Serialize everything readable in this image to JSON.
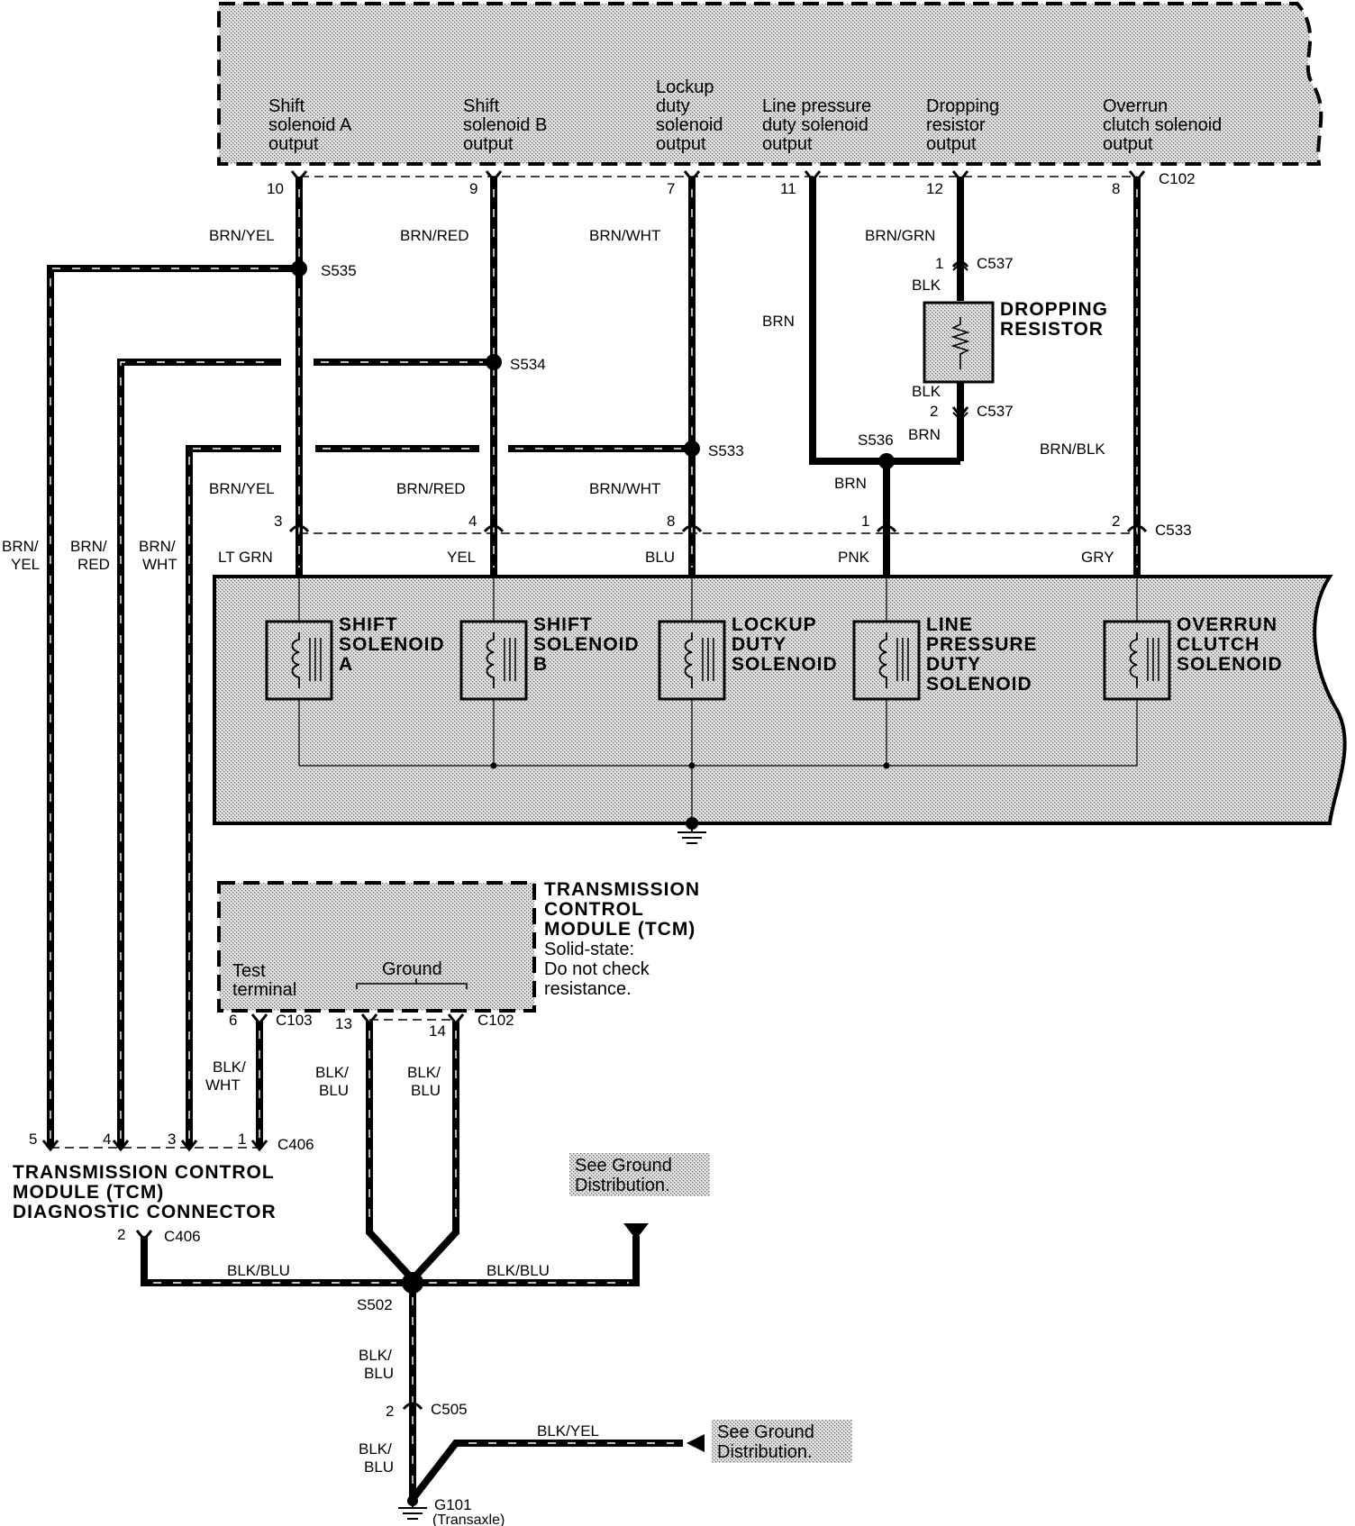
{
  "pcm_outputs": [
    {
      "lines": [
        "Shift",
        "solenoid A",
        "output"
      ],
      "pin": "10"
    },
    {
      "lines": [
        "Shift",
        "solenoid B",
        "output"
      ],
      "pin": "9"
    },
    {
      "lines": [
        "Lockup",
        "duty",
        "solenoid",
        "output"
      ],
      "pin": "7"
    },
    {
      "lines": [
        "Line pressure",
        "duty solenoid",
        "output"
      ],
      "pin": "11"
    },
    {
      "lines": [
        "Dropping",
        "resistor",
        "output"
      ],
      "pin": "12"
    },
    {
      "lines": [
        "Overrun",
        "clutch solenoid",
        "output"
      ],
      "pin": "8"
    }
  ],
  "connectors": {
    "c102_top": "C102",
    "c537_a": "C537",
    "c537_b": "C537",
    "c533": "C533",
    "c103": "C103",
    "c102_bottom": "C102",
    "c406_top": "C406",
    "c406_bottom": "C406",
    "c505": "C505"
  },
  "pins": {
    "c537_a": "1",
    "c537_b": "2",
    "c533": [
      "3",
      "4",
      "8",
      "1",
      "2"
    ],
    "c103": "6",
    "c102_gnd_a": "13",
    "c102_gnd_b": "14",
    "c406_top": [
      "5",
      "4",
      "3",
      "1"
    ],
    "c406_bottom": "2",
    "c505": "2"
  },
  "splices": {
    "s535": "S535",
    "s534": "S534",
    "s533": "S533",
    "s536": "S536",
    "s502": "S502"
  },
  "wire_colors": {
    "brn_yel": "BRN/YEL",
    "brn_red": "BRN/RED",
    "brn_wht": "BRN/WHT",
    "brn_grn": "BRN/GRN",
    "blk": "BLK",
    "brn": "BRN",
    "brn_blk": "BRN/BLK",
    "lt_grn": "LT GRN",
    "yel": "YEL",
    "blu": "BLU",
    "pnk": "PNK",
    "gry": "GRY",
    "brn_slash": "BRN/",
    "yel2": "YEL",
    "red2": "RED",
    "wht2": "WHT",
    "blk_slash": "BLK/",
    "blu2": "BLU",
    "blk_blu": "BLK/BLU",
    "blk_yel": "BLK/YEL"
  },
  "dropping_resistor": [
    "DROPPING",
    "RESISTOR"
  ],
  "solenoids": [
    [
      "SHIFT",
      "SOLENOID",
      "A"
    ],
    [
      "SHIFT",
      "SOLENOID",
      "B"
    ],
    [
      "LOCKUP",
      "DUTY",
      "SOLENOID"
    ],
    [
      "LINE",
      "PRESSURE",
      "DUTY",
      "SOLENOID"
    ],
    [
      "OVERRUN",
      "CLUTCH",
      "SOLENOID"
    ]
  ],
  "tcm": {
    "title": [
      "TRANSMISSION",
      "CONTROL",
      "MODULE (TCM)"
    ],
    "note": [
      "Solid-state:",
      "Do not check",
      "resistance."
    ],
    "test_terminal": [
      "Test",
      "terminal"
    ],
    "ground": "Ground"
  },
  "diag_connector": [
    "TRANSMISSION CONTROL",
    "MODULE (TCM)",
    "DIAGNOSTIC CONNECTOR"
  ],
  "see_ground": [
    "See Ground",
    "Distribution."
  ],
  "ground_g101": {
    "id": "G101",
    "location": "(Transaxle)"
  }
}
